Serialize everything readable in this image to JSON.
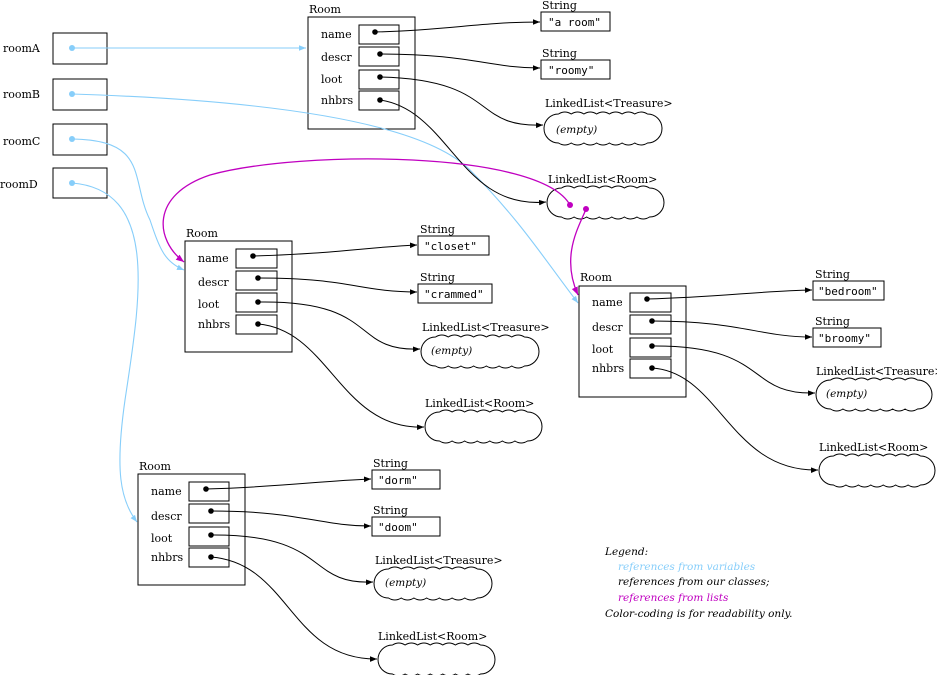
{
  "colors": {
    "variable_refs": "#87cefa",
    "class_refs": "#000000",
    "list_refs": "#c000c0"
  },
  "variables": [
    {
      "name": "roomA"
    },
    {
      "name": "roomB"
    },
    {
      "name": "roomC"
    },
    {
      "name": "roomD"
    }
  ],
  "room_class_label": "Room",
  "field_labels": [
    "name",
    "descr",
    "loot",
    "nhbrs"
  ],
  "type_labels": {
    "string": "String",
    "treasure_list": "LinkedList<Treasure>",
    "room_list": "LinkedList<Room>"
  },
  "empty_label": "(empty)",
  "rooms": [
    {
      "id": "A",
      "name_value": "\"a room\"",
      "descr_value": "\"roomy\"",
      "loot": "(empty)",
      "nhbrs_count": 2
    },
    {
      "id": "B",
      "name_value": "\"bedroom\"",
      "descr_value": "\"broomy\"",
      "loot": "(empty)",
      "nhbrs_count": 0
    },
    {
      "id": "C",
      "name_value": "\"closet\"",
      "descr_value": "\"crammed\"",
      "loot": "(empty)",
      "nhbrs_count": 0
    },
    {
      "id": "D",
      "name_value": "\"dorm\"",
      "descr_value": "\"doom\"",
      "loot": "(empty)",
      "nhbrs_count": 0
    }
  ],
  "legend": {
    "title": "Legend:",
    "variables": "references from variables",
    "classes": "references from our classes;",
    "lists": "references from lists",
    "note": "Color-coding is for readability only."
  }
}
